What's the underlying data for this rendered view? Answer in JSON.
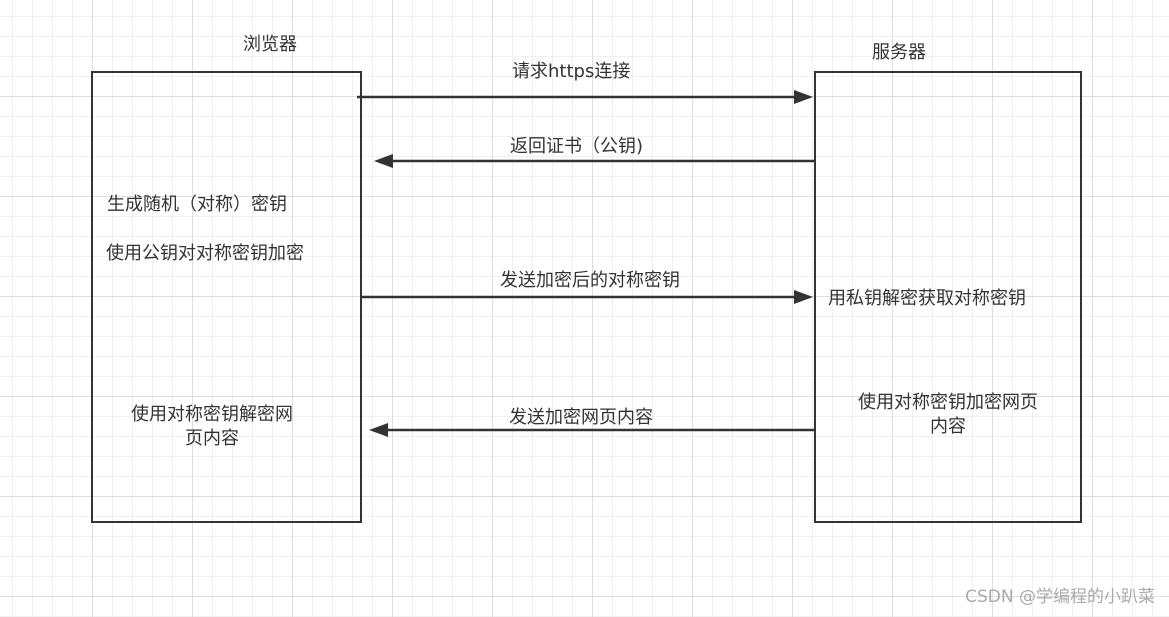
{
  "browser": {
    "title": "浏览器",
    "step1": "生成随机（对称）密钥",
    "step2": "使用公钥对对称密钥加密",
    "step3_line1": "使用对称密钥解密网",
    "step3_line2": "页内容"
  },
  "server": {
    "title": "服务器",
    "step1": "用私钥解密获取对称密钥",
    "step2_line1": "使用对称密钥加密网页",
    "step2_line2": "内容"
  },
  "messages": [
    {
      "label": "请求https连接",
      "direction": "browser-to-server"
    },
    {
      "label": "返回证书（公钥)",
      "direction": "server-to-browser"
    },
    {
      "label": "发送加密后的对称密钥",
      "direction": "browser-to-server"
    },
    {
      "label": "发送加密网页内容",
      "direction": "server-to-browser"
    }
  ],
  "watermark": "CSDN @学编程的小趴菜",
  "colors": {
    "line": "#333333",
    "grid": "#dedede",
    "background": "#ffffff"
  }
}
